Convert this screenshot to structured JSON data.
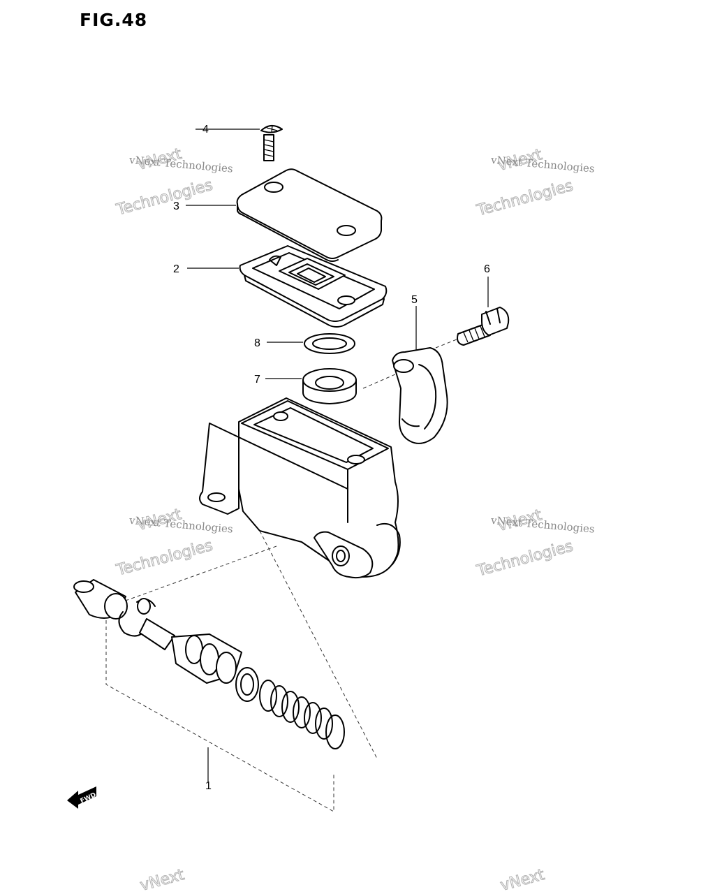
{
  "figure": {
    "title": "FIG.48"
  },
  "callouts": {
    "c1": "1",
    "c2": "2",
    "c3": "3",
    "c4": "4",
    "c5": "5",
    "c6": "6",
    "c7": "7",
    "c8": "8"
  },
  "watermark": {
    "line1": "vNext Technologies",
    "outline_top": "vNext",
    "outline_bottom": "Technologies"
  },
  "fwd_label": "FWD",
  "colors": {
    "ink": "#000000",
    "watermark": "#8a8a8a"
  }
}
